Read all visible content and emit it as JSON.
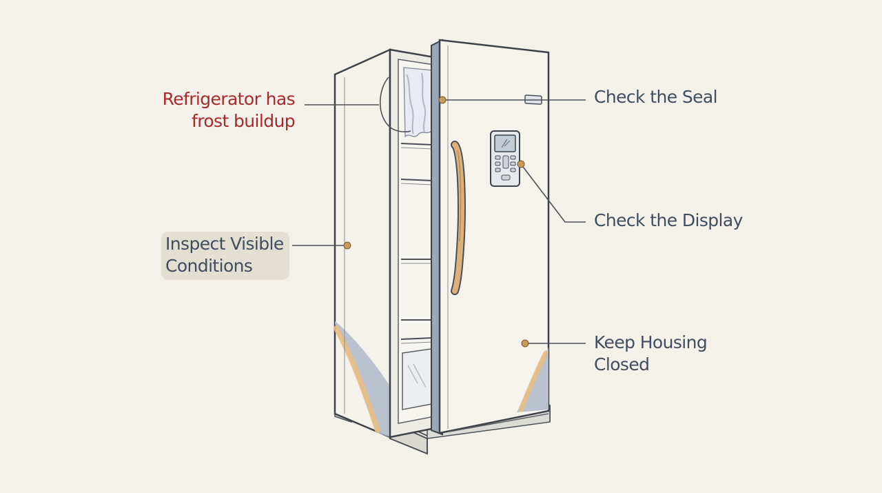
{
  "callouts": {
    "frost": {
      "line1": "Refrigerator has",
      "line2": "frost buildup"
    },
    "inspect": {
      "line1": "Inspect Visible",
      "line2": "Conditions"
    },
    "seal": {
      "text": "Check the Seal"
    },
    "display": {
      "text": "Check the Display"
    },
    "housing": {
      "line1": "Keep Housing",
      "line2": "Closed"
    }
  },
  "colors": {
    "background": "#f3f1ea",
    "warning_text": "#a8292c",
    "label_text": "#3f4d5f",
    "marker": "#c99a5b",
    "accent_trim": "#e6be84",
    "shadow_blue": "#b3bccb"
  }
}
